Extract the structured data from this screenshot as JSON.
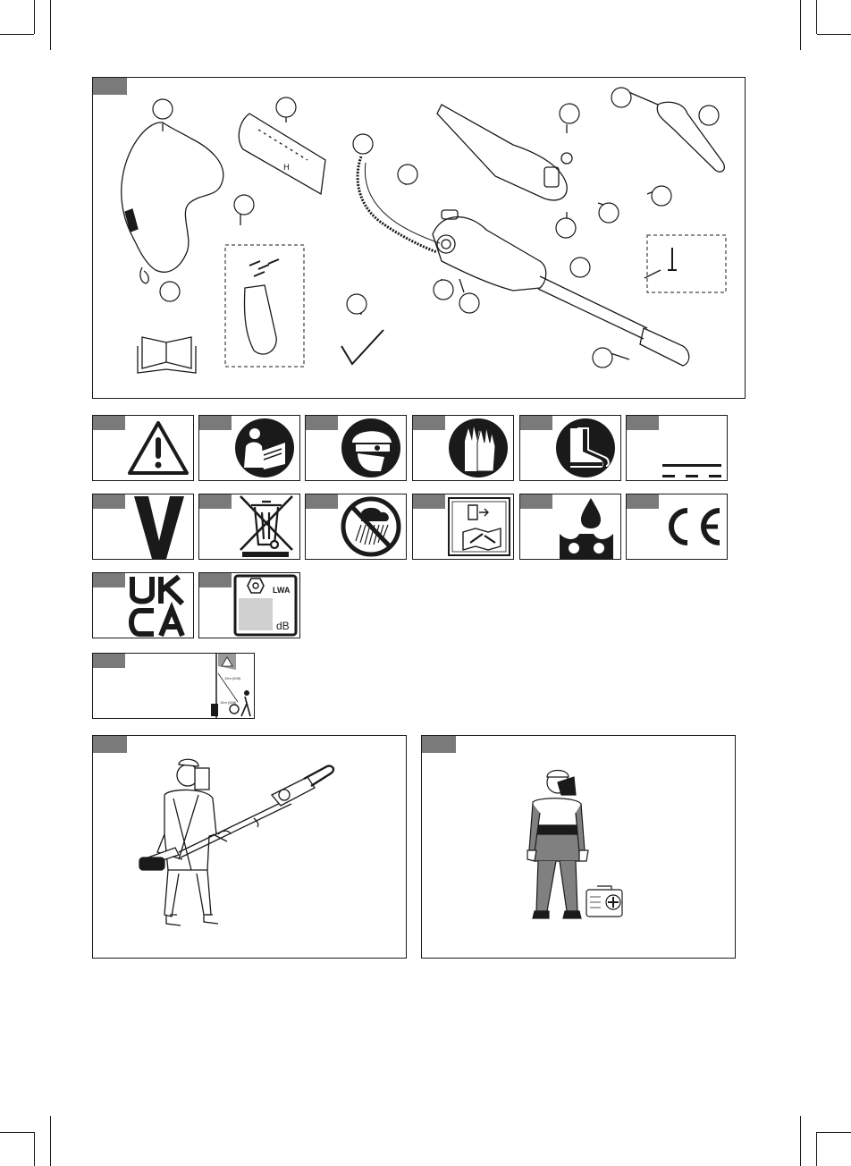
{
  "page": {
    "layout": "multilingual manual illustration page",
    "accent_gray": "#7a7a7a",
    "ink": "#1a1a1a"
  },
  "figure_1": {
    "name": "product contents",
    "tag_color": "#7a7a7a",
    "callouts": 19,
    "items": [
      "shoulder-strap",
      "bar-guard",
      "saw-chain",
      "guide-bar",
      "power-head",
      "spare-parts-kit",
      "hex-key",
      "operator-manual",
      "shaft",
      "grip-handle",
      "bolt-kit",
      "blade-hook"
    ]
  },
  "symbols": [
    {
      "id": "warning",
      "icon": "warning-triangle-icon"
    },
    {
      "id": "read-manual",
      "icon": "read-manual-icon"
    },
    {
      "id": "head-protection",
      "icon": "helmet-visor-icon"
    },
    {
      "id": "gloves",
      "icon": "gloves-icon"
    },
    {
      "id": "boots",
      "icon": "boots-icon"
    },
    {
      "id": "dc-current",
      "icon": "direct-current-icon"
    },
    {
      "id": "volts",
      "icon": "volt-icon",
      "text": "V"
    },
    {
      "id": "weee",
      "icon": "crossed-bin-icon"
    },
    {
      "id": "no-rain",
      "icon": "no-rain-icon"
    },
    {
      "id": "maintenance",
      "icon": "maintenance-book-icon"
    },
    {
      "id": "chain-oil",
      "icon": "oil-drop-icon"
    },
    {
      "id": "ce-mark",
      "icon": "ce-icon",
      "text": "CE"
    },
    {
      "id": "ukca-mark",
      "icon": "ukca-icon",
      "text_top": "UK",
      "text_bottom": "CA"
    },
    {
      "id": "sound-power",
      "icon": "sound-level-icon",
      "unit": "dB",
      "label": "LWA"
    }
  ],
  "distance_warning": {
    "icon": "safety-distance-icon",
    "distance_label_1": "15m (50ft)",
    "distance_label_2": "15m (50ft)"
  },
  "illustrations": [
    {
      "id": "operator-with-pole-saw",
      "icon": "operator-pole-saw-icon"
    },
    {
      "id": "protective-equipment",
      "icon": "ppe-first-aid-icon"
    }
  ]
}
